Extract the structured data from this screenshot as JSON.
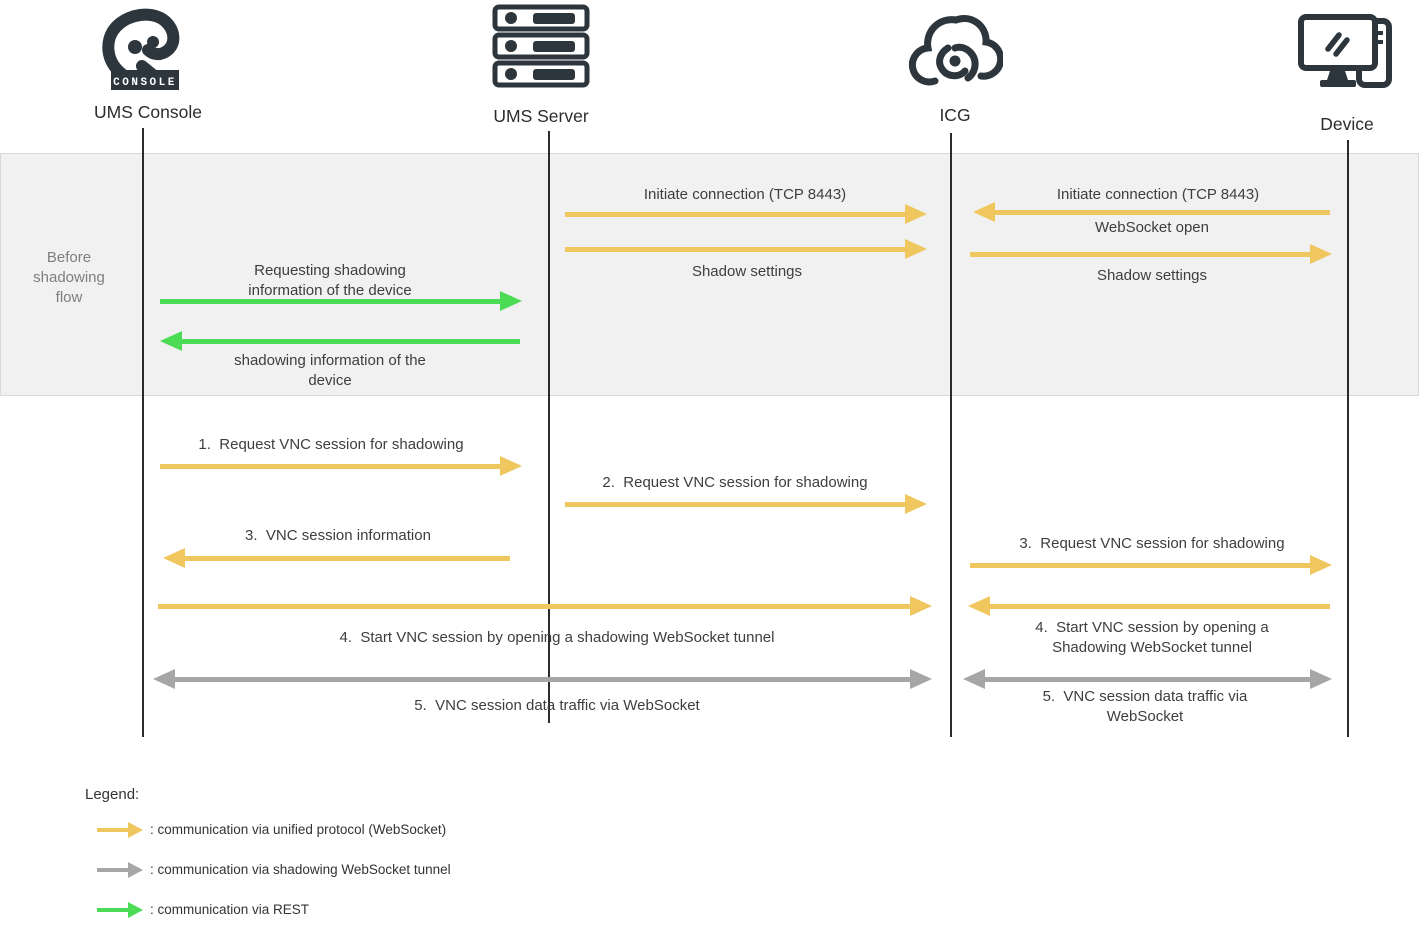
{
  "colors": {
    "unified": "#F0C75E",
    "tunnel": "#A6A6A6",
    "rest": "#4BDB55",
    "band_bg": "#F1F1F2",
    "ink": "#2C363C"
  },
  "actors": [
    {
      "label": "UMS Console",
      "icon": "igel-console-logo-icon",
      "badge": "CONSOLE"
    },
    {
      "label": "UMS Server",
      "icon": "server-rack-icon"
    },
    {
      "label": "ICG",
      "icon": "cloud-gateway-icon"
    },
    {
      "label": "Device",
      "icon": "device-workstation-icon"
    }
  ],
  "band": {
    "label": "Before shadowing flow"
  },
  "messages": {
    "init_srv_icg": "Initiate connection (TCP 8443)",
    "shadow_settings_srv_icg": "Shadow settings",
    "init_dev_icg": "Initiate connection (TCP 8443)",
    "websocket_open": "WebSocket open",
    "shadow_settings_icg_dev": "Shadow settings",
    "req_shadow_info_l1": "Requesting shadowing",
    "req_shadow_info_l2": "information of the device",
    "shadow_info_l1": "shadowing information of the",
    "shadow_info_l2": "device",
    "step1": "1.  Request VNC session for shadowing",
    "step2": "2.  Request VNC session for shadowing",
    "step3_left": "3.  VNC session information",
    "step3_right": "3.  Request VNC session for shadowing",
    "step4_long": "4.  Start VNC session by opening a shadowing WebSocket tunnel",
    "step4_right_l1": "4.  Start VNC session by opening a",
    "step4_right_l2": "Shadowing WebSocket tunnel",
    "step5_long": "5.  VNC session data traffic via WebSocket",
    "step5_right_l1": "5.  VNC session data traffic via",
    "step5_right_l2": "WebSocket"
  },
  "legend": {
    "title": "Legend:",
    "items": [
      {
        "type": "unified",
        "label": ": communication via unified protocol (WebSocket)"
      },
      {
        "type": "tunnel",
        "label": ": communication via shadowing WebSocket tunnel"
      },
      {
        "type": "rest",
        "label": ": communication via REST"
      }
    ]
  }
}
